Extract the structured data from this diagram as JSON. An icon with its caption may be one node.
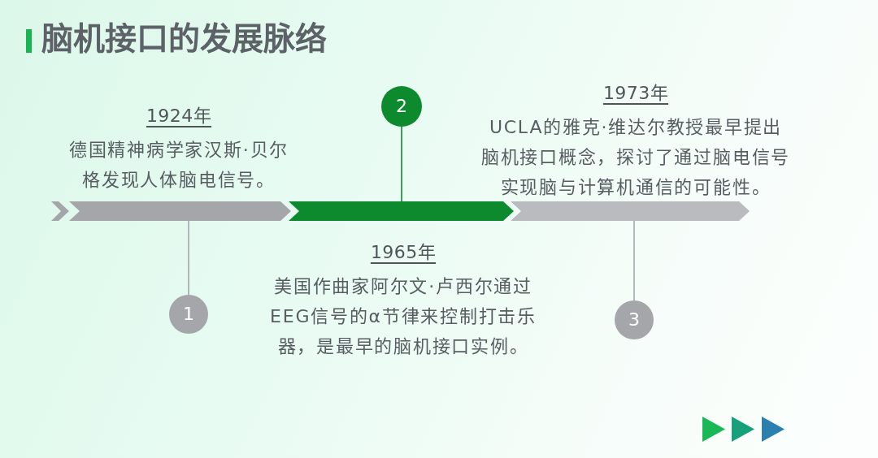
{
  "diagram": {
    "title": "脑机接口的发展脉络",
    "nodes": [
      {
        "text": [],
        "shape": "bar",
        "beside": [
          "1924年",
          "德国精神病学家汉斯·贝尔格发现人体脑电信号。"
        ]
      },
      {
        "text": [],
        "shape": "bar",
        "beside": [
          "1965年",
          "美国作曲家阿尔文·卢西尔通过EEG信号的α节律来控制打击乐器，是最早的脑机接口实例。"
        ]
      },
      {
        "text": [],
        "shape": "bar",
        "beside": [
          "1973年",
          "UCLA的雅克·维达尔教授最早提出脑机接口概念，探讨了通过脑电信号实现脑与计算机通信的可能性。"
        ]
      },
      {
        "text": [
          "1"
        ]
      },
      {
        "text": [
          "2"
        ]
      },
      {
        "text": [
          "3"
        ]
      }
    ],
    "edges": [
      {
        "from": 3,
        "to": 0,
        "arrow": "none"
      },
      {
        "from": 4,
        "to": 1,
        "arrow": "none",
        "color": "#0e8a2e"
      },
      {
        "from": 5,
        "to": 2,
        "arrow": "none"
      }
    ]
  }
}
